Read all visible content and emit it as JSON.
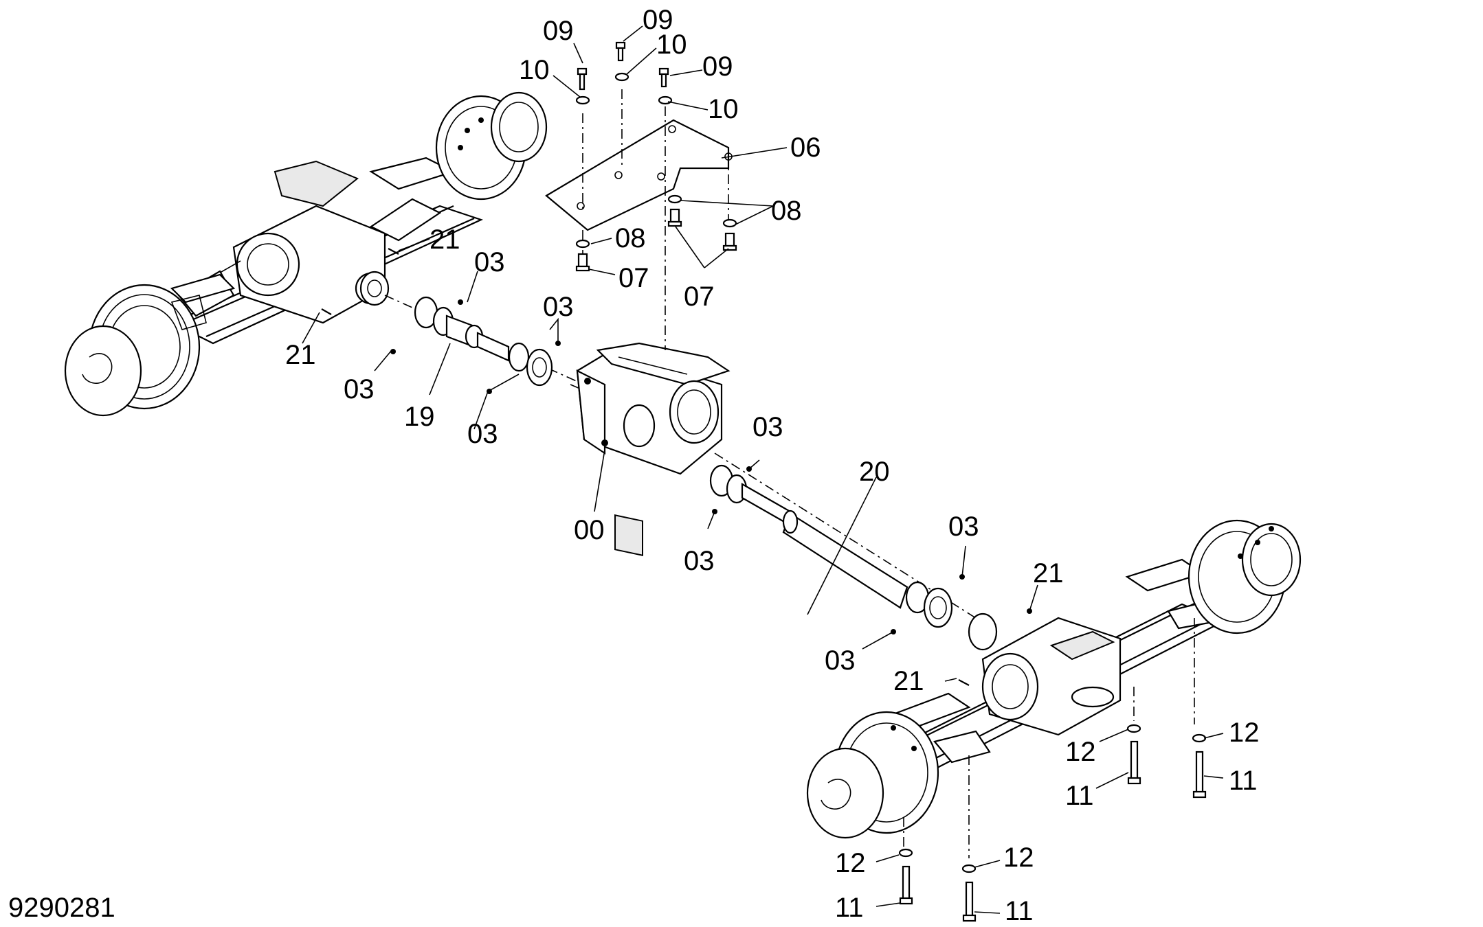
{
  "drawing": {
    "number": "9290281"
  },
  "callouts": [
    {
      "id": "c1",
      "text": "09"
    },
    {
      "id": "c2",
      "text": "09"
    },
    {
      "id": "c3",
      "text": "10"
    },
    {
      "id": "c4",
      "text": "10"
    },
    {
      "id": "c5",
      "text": "09"
    },
    {
      "id": "c6",
      "text": "10"
    },
    {
      "id": "c7",
      "text": "06"
    },
    {
      "id": "c8",
      "text": "08"
    },
    {
      "id": "c9",
      "text": "08"
    },
    {
      "id": "c10",
      "text": "07"
    },
    {
      "id": "c11",
      "text": "07"
    },
    {
      "id": "c12",
      "text": "21"
    },
    {
      "id": "c13",
      "text": "03"
    },
    {
      "id": "c14",
      "text": "03"
    },
    {
      "id": "c15",
      "text": "21"
    },
    {
      "id": "c16",
      "text": "03"
    },
    {
      "id": "c17",
      "text": "19"
    },
    {
      "id": "c18",
      "text": "03"
    },
    {
      "id": "c19",
      "text": "03"
    },
    {
      "id": "c20",
      "text": "20"
    },
    {
      "id": "c21",
      "text": "00"
    },
    {
      "id": "c22",
      "text": "03"
    },
    {
      "id": "c23",
      "text": "03"
    },
    {
      "id": "c24",
      "text": "21"
    },
    {
      "id": "c25",
      "text": "03"
    },
    {
      "id": "c26",
      "text": "21"
    },
    {
      "id": "c27",
      "text": "12"
    },
    {
      "id": "c28",
      "text": "12"
    },
    {
      "id": "c29",
      "text": "11"
    },
    {
      "id": "c30",
      "text": "11"
    },
    {
      "id": "c31",
      "text": "12"
    },
    {
      "id": "c32",
      "text": "12"
    },
    {
      "id": "c33",
      "text": "11"
    },
    {
      "id": "c34",
      "text": "11"
    }
  ]
}
